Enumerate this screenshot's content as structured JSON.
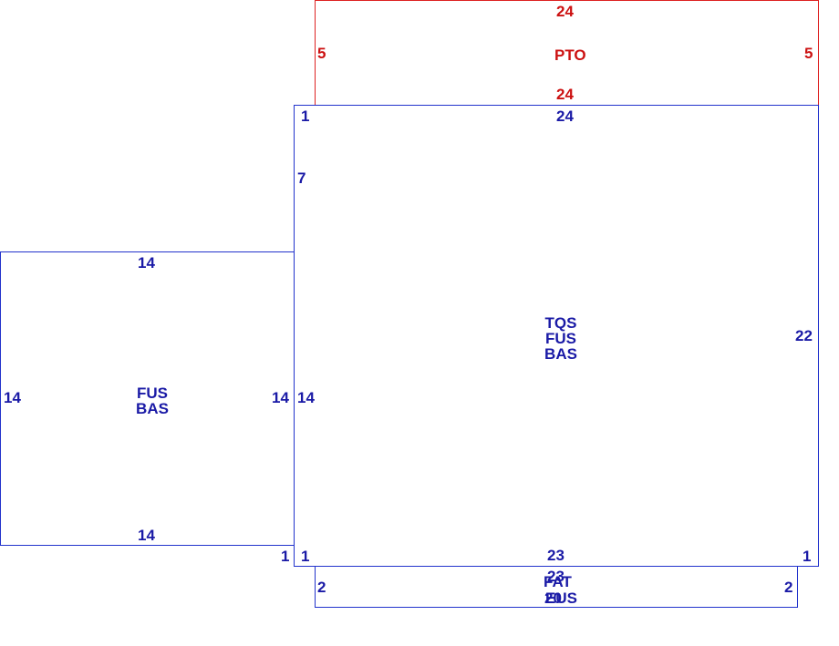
{
  "colors": {
    "main": "#1a1aa6",
    "porch": "#cc1111"
  },
  "pto": {
    "label": "PTO",
    "top": "24",
    "bottom": "24",
    "left": "5",
    "right": "5"
  },
  "main_area": {
    "labels": [
      "TQS",
      "FUS",
      "BAS"
    ],
    "top": "24",
    "right": "22",
    "bottom": "23",
    "left_upper": "7",
    "left_lower": "14",
    "corner_top_left": "1",
    "corner_bottom_left": "1",
    "corner_bottom_right": "1"
  },
  "left_area": {
    "labels": [
      "FUS",
      "BAS"
    ],
    "top": "14",
    "bottom": "14",
    "left": "14",
    "right": "14",
    "corner_bottom_right": "1"
  },
  "bottom_area": {
    "labels": [
      "FAT",
      "EUS"
    ],
    "overlap_labels": [
      "23",
      "20"
    ],
    "left": "2",
    "right": "2"
  }
}
